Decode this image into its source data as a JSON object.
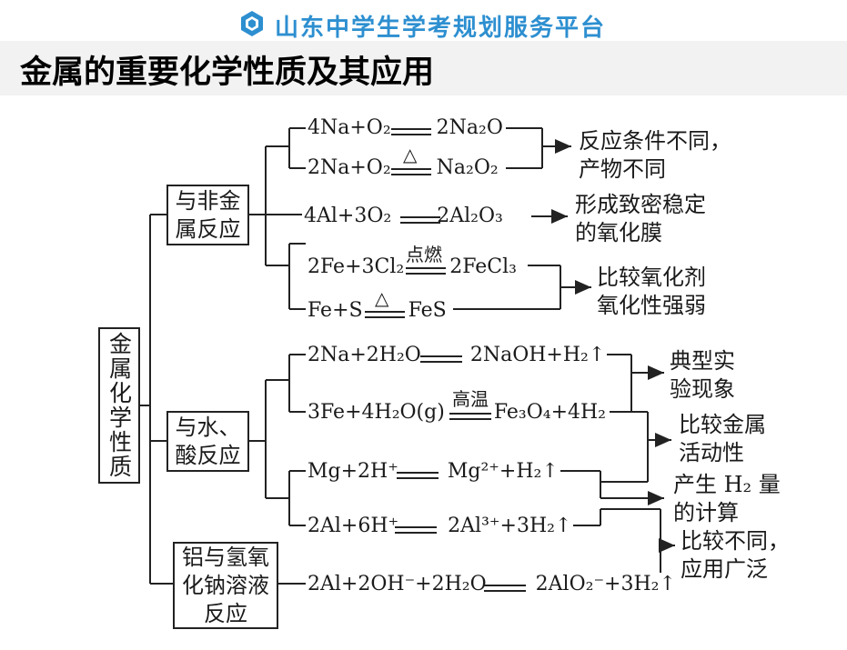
{
  "header": {
    "brand": "山东中学生学考规划服务平台",
    "title": "金属的重要化学性质及其应用"
  },
  "boxes": {
    "root": "金属化学性质",
    "nonmetal": [
      "与非金",
      "属反应"
    ],
    "water_acid": [
      "与水、",
      "酸反应"
    ],
    "naoh": [
      "铝与氢氧",
      "化钠溶液",
      "反应"
    ]
  },
  "equations": {
    "e1": {
      "left": "4Na+O₂",
      "right": "2Na₂O"
    },
    "e2": {
      "left": "2Na+O₂",
      "cond": "△",
      "right": "Na₂O₂"
    },
    "e3": {
      "left": "4Al+3O₂",
      "right": "2Al₂O₃"
    },
    "e4": {
      "left": "2Fe+3Cl₂",
      "cond": "点燃",
      "right": "2FeCl₃"
    },
    "e5": {
      "left": "Fe+S",
      "cond": "△",
      "right": "FeS"
    },
    "e6": {
      "left": "2Na+2H₂O",
      "right": "2NaOH+H₂↑"
    },
    "e7": {
      "left": "3Fe+4H₂O(g)",
      "cond": "高温",
      "right": "Fe₃O₄+4H₂"
    },
    "e8": {
      "left": "Mg+2H⁺",
      "right": "Mg²⁺+H₂↑"
    },
    "e9": {
      "left": "2Al+6H⁺",
      "right": "2Al³⁺+3H₂↑"
    },
    "e10": {
      "left": "2Al+2OH⁻+2H₂O",
      "right": "2AlO₂⁻+3H₂↑"
    }
  },
  "notes": {
    "n1": [
      "反应条件不同，",
      "产物不同"
    ],
    "n2": [
      "形成致密稳定",
      "的氧化膜"
    ],
    "n3": [
      "比较氧化剂",
      "氧化性强弱"
    ],
    "n4": [
      "典型实",
      "验现象"
    ],
    "n5": [
      "比较金属",
      "活动性"
    ],
    "n6": [
      "产生 H₂ 量",
      "的计算"
    ],
    "n7": [
      "比较不同，",
      "应用广泛"
    ]
  }
}
